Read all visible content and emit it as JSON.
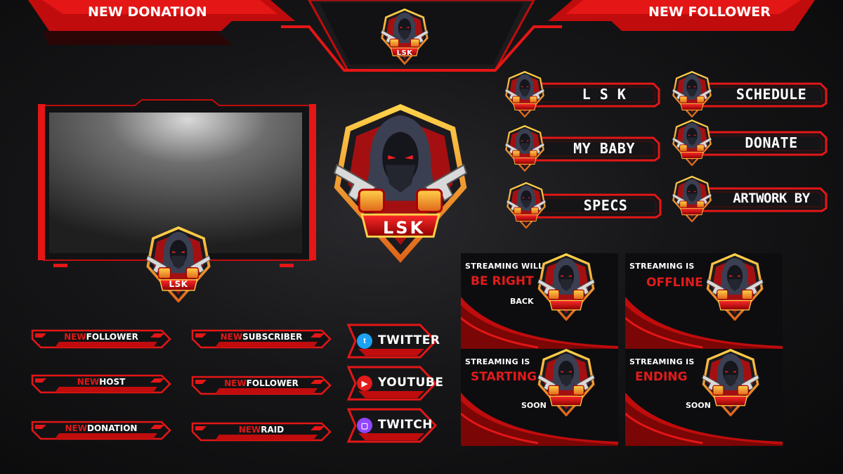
{
  "top_bar": {
    "left_label": "NEW DONATION",
    "right_label": "NEW FOLLOWER"
  },
  "brand": {
    "logo_text": "LSK",
    "accent_color": "#e21b1b",
    "gold_color": "#f2a31b"
  },
  "panels": [
    {
      "label": "L S K"
    },
    {
      "label": "SCHEDULE"
    },
    {
      "label": "MY BABY"
    },
    {
      "label": "DONATE"
    },
    {
      "label": "SPECS"
    },
    {
      "label": "ARTWORK BY"
    }
  ],
  "alerts": [
    {
      "prefix": "NEW",
      "label": "FOLLOWER"
    },
    {
      "prefix": "NEW",
      "label": "SUBSCRIBER"
    },
    {
      "prefix": "NEW",
      "label": "HOST"
    },
    {
      "prefix": "NEW",
      "label": "FOLLOWER"
    },
    {
      "prefix": "NEW",
      "label": "DONATION"
    },
    {
      "prefix": "NEW",
      "label": "RAID"
    }
  ],
  "socials": [
    {
      "label": "TWITTER",
      "icon": "twitter-icon",
      "color": "#1da1f2"
    },
    {
      "label": "YOUTUBE",
      "icon": "youtube-icon",
      "color": "#e21b1b"
    },
    {
      "label": "TWITCH",
      "icon": "twitch-icon",
      "color": "#9146ff"
    }
  ],
  "screens": [
    {
      "line1": "STREAMING WILL",
      "line2": "BE RIGHT",
      "line3": "BACK"
    },
    {
      "line1": "STREAMING IS",
      "line2": "OFFLINE",
      "line3": ""
    },
    {
      "line1": "STREAMING IS",
      "line2": "STARTING",
      "line3": "SOON"
    },
    {
      "line1": "STREAMING IS",
      "line2": "ENDING",
      "line3": "SOON"
    }
  ]
}
